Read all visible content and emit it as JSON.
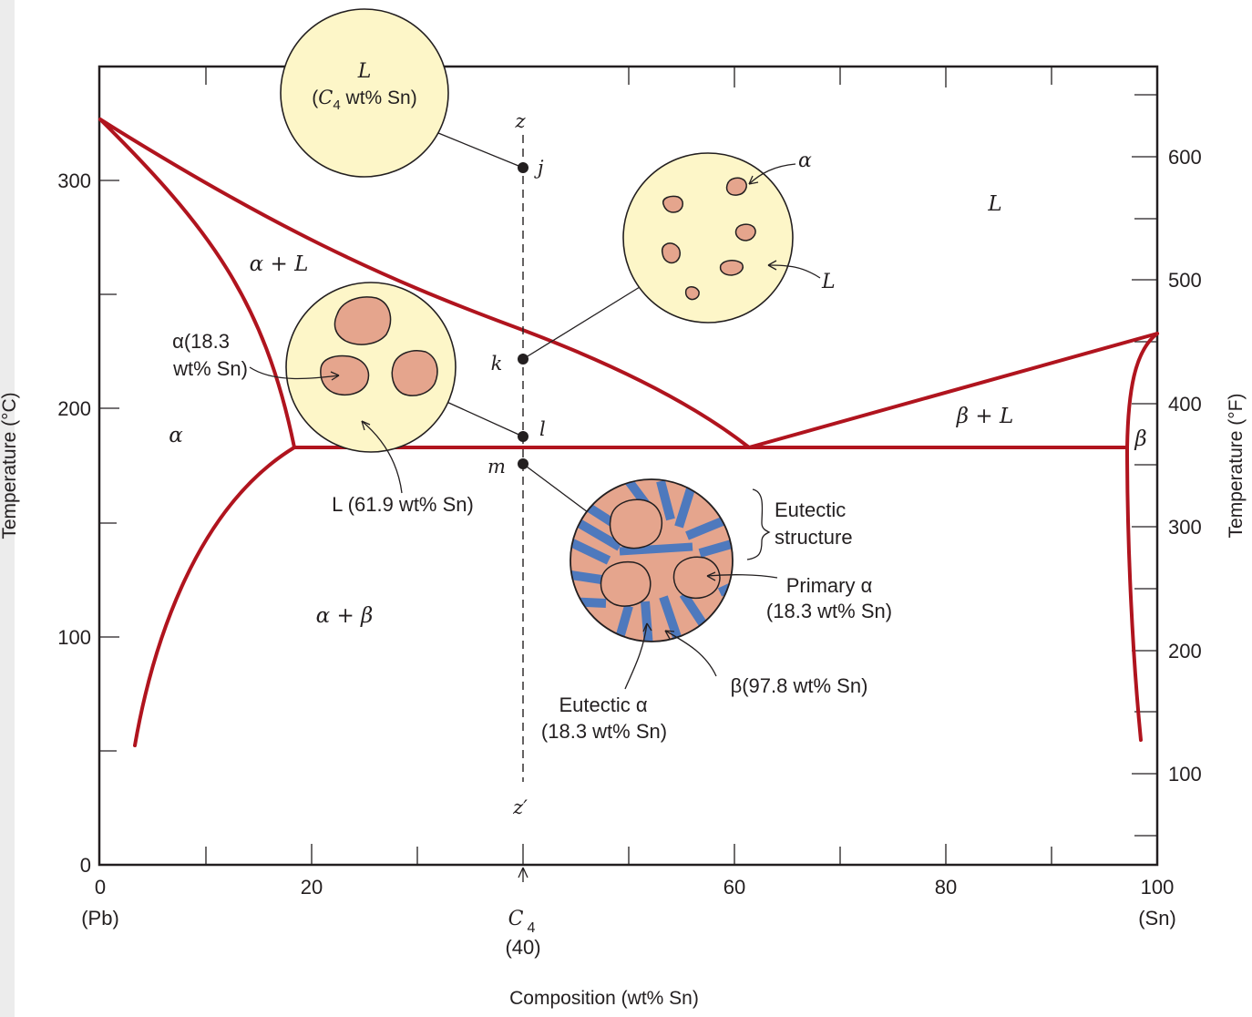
{
  "diagram": {
    "left_axis": {
      "title": "Temperature (°C)",
      "ticks": [
        "0",
        "100",
        "200",
        "300"
      ]
    },
    "right_axis": {
      "title": "Temperature (°F)",
      "ticks": [
        "100",
        "200",
        "300",
        "400",
        "500",
        "600"
      ]
    },
    "bottom_axis": {
      "title": "Composition (wt% Sn)",
      "ticks": [
        "0",
        "20",
        "60",
        "80",
        "100"
      ],
      "end_left": "(Pb)",
      "end_right": "(Sn)",
      "marker_label": "C",
      "marker_subscript": "4",
      "marker_value": "(40)"
    },
    "regions": {
      "liquid": "L",
      "alpha_plus_liquid": "α + L",
      "alpha": "α",
      "beta_plus_liquid": "β + L",
      "beta": "β",
      "alpha_plus_beta": "α + β"
    },
    "points": {
      "z_top": "z",
      "z_bottom": "z′",
      "j": "j",
      "k": "k",
      "l": "l",
      "m": "m"
    },
    "callouts": {
      "circle_j_line1": "L",
      "circle_j_c": "C",
      "circle_j_sub": "4",
      "circle_j_rest": " wt% Sn)",
      "circle_j_open": "(",
      "k_alpha": "α",
      "k_liquid": "L",
      "alpha_comp_line1": "α(18.3",
      "alpha_comp_line2": "wt% Sn)",
      "liquid_comp": "L (61.9 wt% Sn)",
      "eutectic_structure_line1": "Eutectic",
      "eutectic_structure_line2": "structure",
      "primary_alpha_line1": "Primary α",
      "primary_alpha_line2": "(18.3 wt% Sn)",
      "beta_comp": "β(97.8 wt% Sn)",
      "eutectic_alpha_line1": "Eutectic α",
      "eutectic_alpha_line2": "(18.3 wt% Sn)"
    },
    "colors": {
      "phase_boundary": "#b0141e",
      "liquid_fill": "#fdf6c8",
      "alpha_fill": "#e5a58d",
      "beta_fill": "#4e79bd"
    }
  }
}
